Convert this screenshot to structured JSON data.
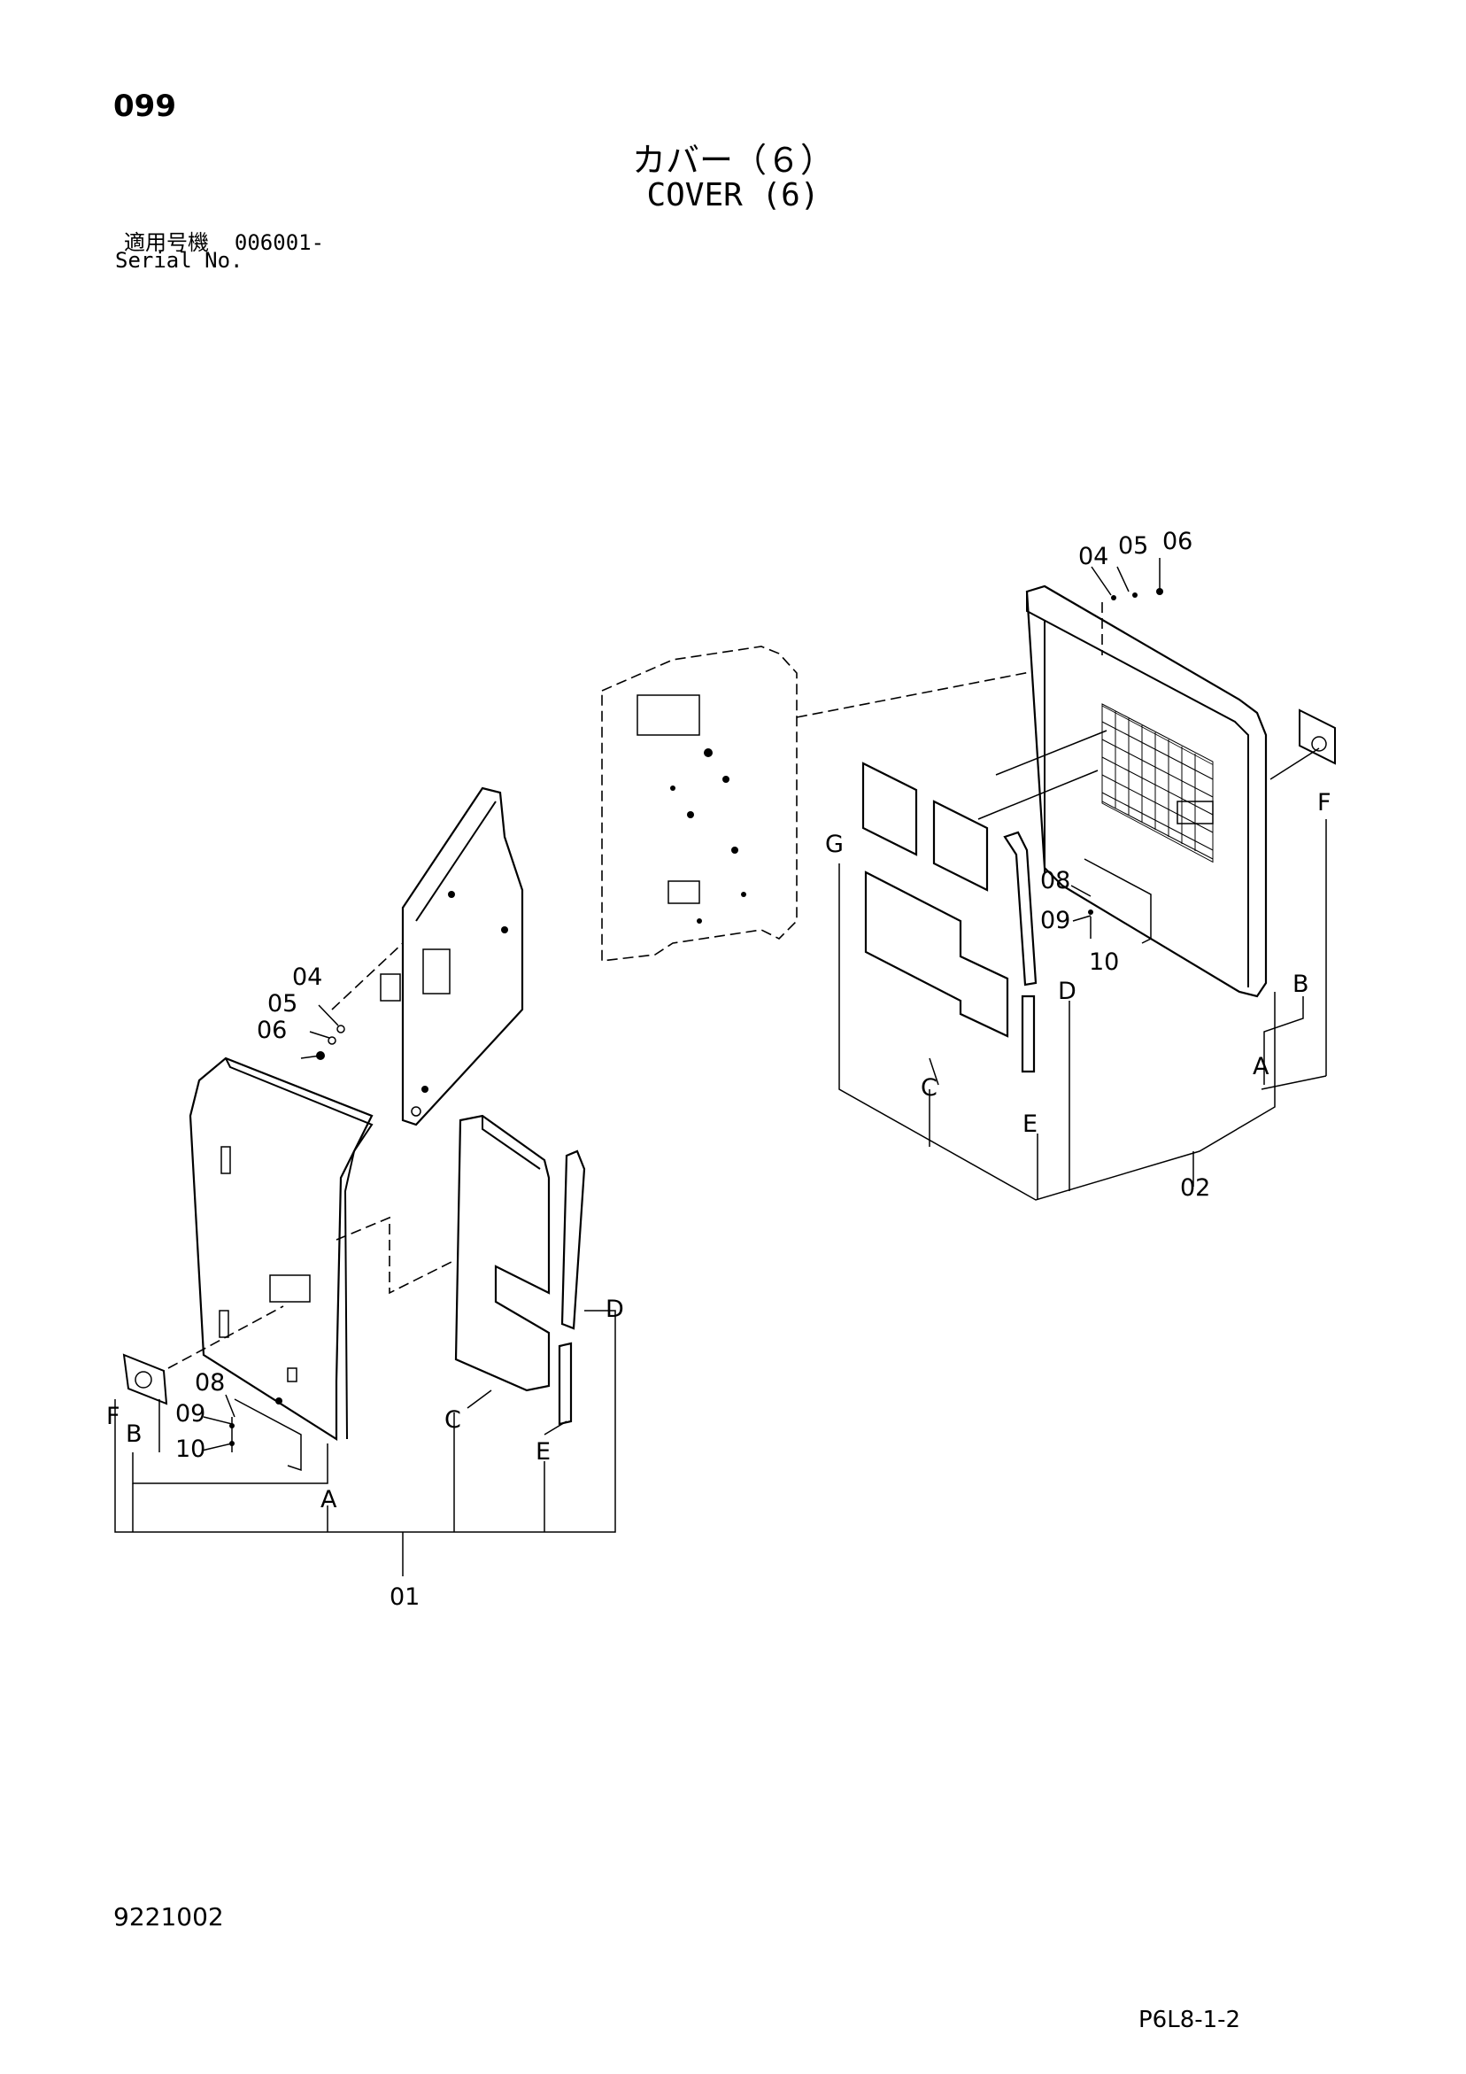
{
  "header": {
    "page_number": "099",
    "title_jp": "カバー（６）",
    "title_en": "COVER (6)",
    "serial_label_jp": "適用号機",
    "serial_value": "006001-",
    "serial_label_en": "Serial No."
  },
  "footer": {
    "doc_number": "9221002",
    "sheet_code": "P6L8-1-2"
  },
  "callouts": {
    "left": {
      "c04": "04",
      "c05": "05",
      "c06": "06",
      "c08": "08",
      "c09": "09",
      "c10": "10",
      "F": "F",
      "B": "B",
      "A": "A",
      "C": "C",
      "D": "D",
      "E": "E",
      "assembly": "01"
    },
    "right": {
      "c04": "04",
      "c05": "05",
      "c06": "06",
      "c08": "08",
      "c09": "09",
      "c10": "10",
      "G": "G",
      "F": "F",
      "B": "B",
      "A": "A",
      "C": "C",
      "D": "D",
      "E": "E",
      "assembly": "02"
    }
  }
}
